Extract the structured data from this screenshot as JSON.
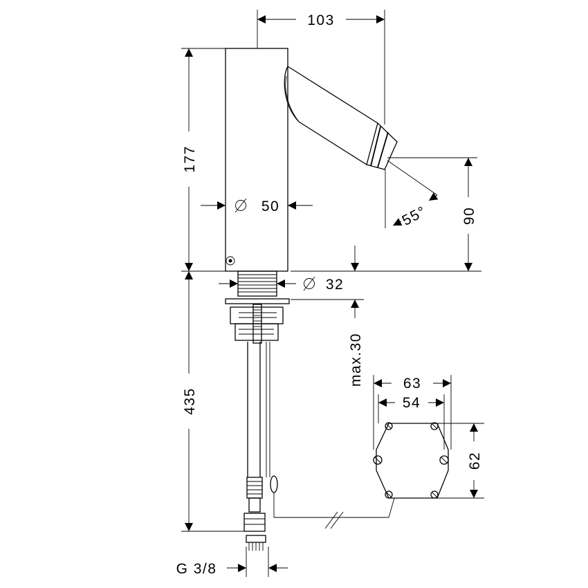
{
  "dimensions": {
    "spout_reach": "103",
    "body_height": "177",
    "body_diameter": "50",
    "shank_diameter": "32",
    "spray_angle": "55°",
    "spout_height": "90",
    "installed_length": "435",
    "max_countertop": "max.30",
    "box_width_outer": "63",
    "box_width_inner": "54",
    "box_height": "62",
    "connection_thread": "G 3/8"
  }
}
